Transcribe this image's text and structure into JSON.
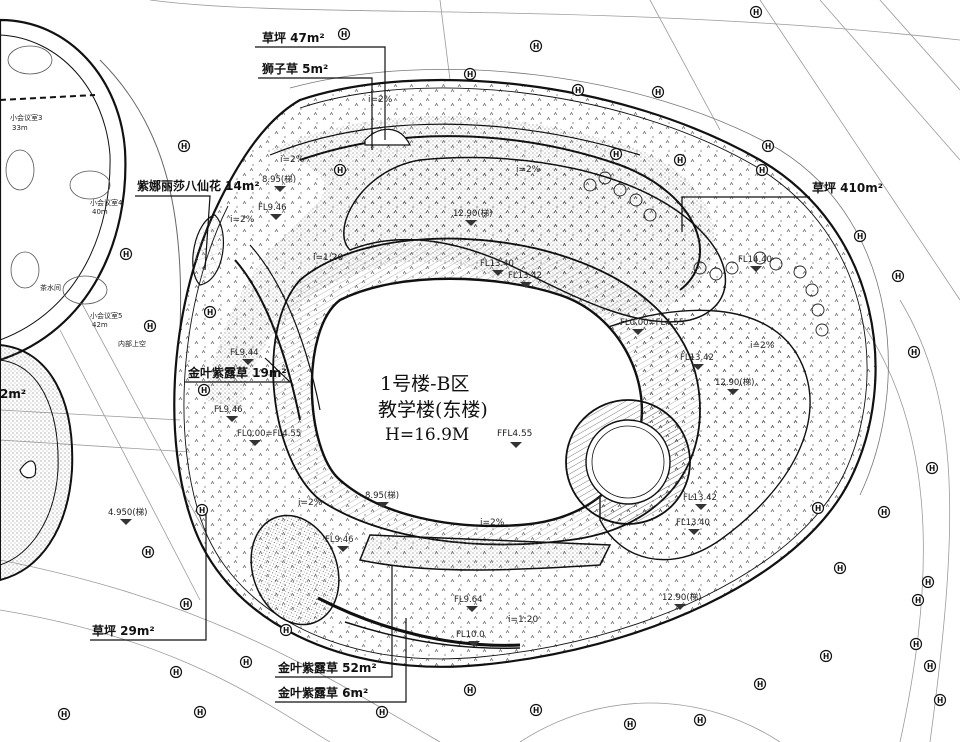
{
  "building": {
    "name": "1号楼-B区",
    "subtitle": "教学楼(东楼)",
    "height": "H=16.9M",
    "ffl": "FFL4.55"
  },
  "planting_labels": [
    {
      "id": "lawn-47",
      "text": "草坪 47m²"
    },
    {
      "id": "ophiopogon-5",
      "text": "狮子草 5m²"
    },
    {
      "id": "sedum-14",
      "text": "紫娜丽莎八仙花 14m²"
    },
    {
      "id": "lawn-410",
      "text": "草坪 410m²"
    },
    {
      "id": "barberry-19",
      "text": "金叶紫露草 19m²"
    },
    {
      "id": "left-edge-2",
      "text": "2m²"
    },
    {
      "id": "lawn-29",
      "text": "草坪 29m²"
    },
    {
      "id": "barberry-52",
      "text": "金叶紫露草 52m²"
    },
    {
      "id": "barberry-6",
      "text": "金叶紫露草 6m²"
    }
  ],
  "elevations": [
    {
      "id": "e1",
      "text": "8.95(梯)"
    },
    {
      "id": "e2",
      "text": "FL9.46"
    },
    {
      "id": "e3",
      "text": "12.90(梯)"
    },
    {
      "id": "e4",
      "text": "FL13.40"
    },
    {
      "id": "e5",
      "text": "FL13.42"
    },
    {
      "id": "e6",
      "text": "FL14.40"
    },
    {
      "id": "e7",
      "text": "FL0.00=FL4.55"
    },
    {
      "id": "e8",
      "text": "FL13.42"
    },
    {
      "id": "e9",
      "text": "12.90(梯)"
    },
    {
      "id": "e10",
      "text": "FL9.44"
    },
    {
      "id": "e11",
      "text": "FL9.46"
    },
    {
      "id": "e12",
      "text": "FL0.00=FL4.55"
    },
    {
      "id": "e13",
      "text": "8.95(梯)"
    },
    {
      "id": "e14",
      "text": "FL9.46"
    },
    {
      "id": "e15",
      "text": "FL13.42"
    },
    {
      "id": "e16",
      "text": "FL13.40"
    },
    {
      "id": "e17",
      "text": "12.90(梯)"
    },
    {
      "id": "e18",
      "text": "FL9.64"
    },
    {
      "id": "e19",
      "text": "FL10.0"
    },
    {
      "id": "e20",
      "text": "4.950(梯)"
    }
  ],
  "slopes": [
    {
      "id": "s1",
      "text": "i=2%"
    },
    {
      "id": "s2",
      "text": "i=2%"
    },
    {
      "id": "s3",
      "text": "i=2%"
    },
    {
      "id": "s4",
      "text": "i=2%"
    },
    {
      "id": "s5",
      "text": "i=2%"
    },
    {
      "id": "s6",
      "text": "i=2%"
    },
    {
      "id": "s7",
      "text": "i=2%"
    },
    {
      "id": "s8",
      "text": "i=1:20"
    },
    {
      "id": "s9",
      "text": "i=1:20"
    }
  ],
  "left_building": {
    "rooms": [
      "小会议室3",
      "33m",
      "小会议室4",
      "40m",
      "小会议室5",
      "42m",
      "茶水间",
      "内部上空"
    ]
  },
  "tree_symbol": "H"
}
